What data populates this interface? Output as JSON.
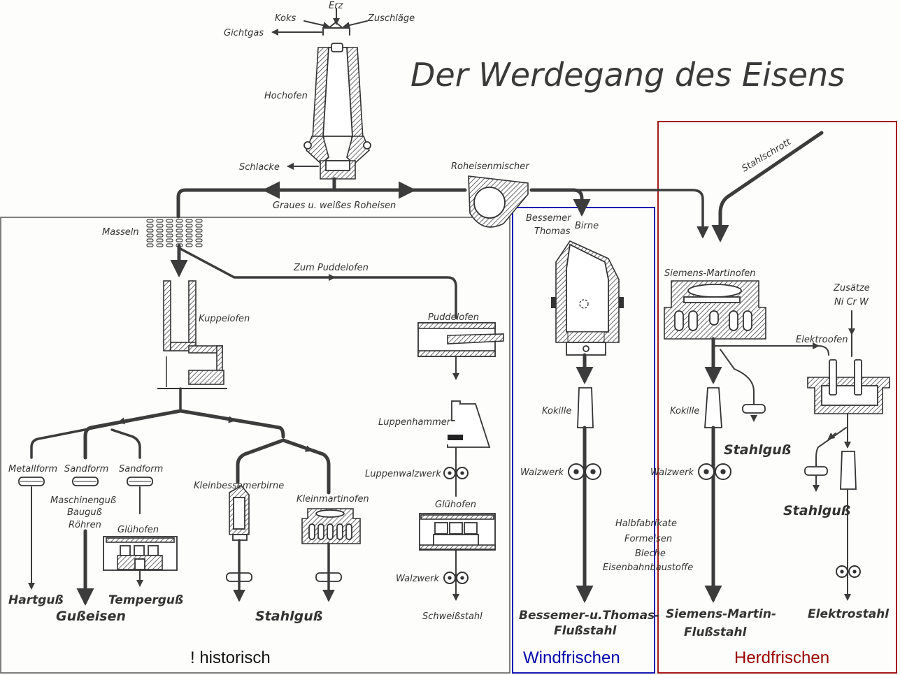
{
  "title": "Der Werdegang des Eisens",
  "colors": {
    "historisch_box": "#555555",
    "windfrischen_box": "#0000aa",
    "herdfrischen_box": "#990000"
  },
  "sections": {
    "historisch": "! historisch",
    "windfrischen": "Windfrischen",
    "herdfrischen": "Herdfrischen"
  },
  "blast_furnace": {
    "inputs": [
      "Koks",
      "Erz",
      "Zuschläge"
    ],
    "gichtgas": "Gichtgas",
    "hochofen": "Hochofen",
    "schlacke": "Schlacke"
  },
  "main_line": {
    "roheisen": "Graues u. weißes Roheisen",
    "mischer": "Roheisenmischer",
    "masseln": "Masseln"
  },
  "historic": {
    "kuppelofen": "Kuppelofen",
    "zum_puddelofen": "Zum Puddelofen",
    "puddelofen": "Puddelofen",
    "luppenhammer": "Luppenhammer",
    "luppenwalzwerk": "Luppenwalzwerk",
    "gluehofen_right": "Glühofen",
    "walzwerk": "Walzwerk",
    "schweissstahl": "Schweißstahl",
    "metallform": "Metallform",
    "sandform1": "Sandform",
    "sandform2": "Sandform",
    "maschinenguss": "Maschinenguß",
    "bauguss": "Bauguß",
    "roehren": "Röhren",
    "gluehofen_left": "Glühofen",
    "hartguss": "Hartguß",
    "gusseisen": "Gußeisen",
    "temperguss": "Temperguß",
    "kleinbessemerbirne": "Kleinbessemerbirne",
    "kleinmartinofen": "Kleinmartinofen",
    "stahlguss": "Stahlguß"
  },
  "wind": {
    "bessemer": "Bessemer",
    "thomas": "Thomas",
    "birne": "Birne",
    "kokille": "Kokille",
    "walzwerk": "Walzwerk",
    "product_line1": "Bessemer-u.Thomas-",
    "product_line2": "Flußstahl"
  },
  "halbfabrikate": [
    "Halbfabrikate",
    "Formeisen",
    "Bleche",
    "Eisenbahnbaustoffe"
  ],
  "herd": {
    "stahlschrott": "Stahlschrott",
    "siemens_martinofen": "Siemens-Martinofen",
    "zusaetze1": "Zusätze",
    "zusaetze2": "Ni Cr W",
    "elektroofen": "Elektroofen",
    "kokille": "Kokille",
    "walzwerk": "Walzwerk",
    "stahlguss1": "Stahlguß",
    "stahlguss2": "Stahlguß",
    "sm_product1": "Siemens-Martin-",
    "sm_product2": "Flußstahl",
    "elektrostahl": "Elektrostahl"
  }
}
